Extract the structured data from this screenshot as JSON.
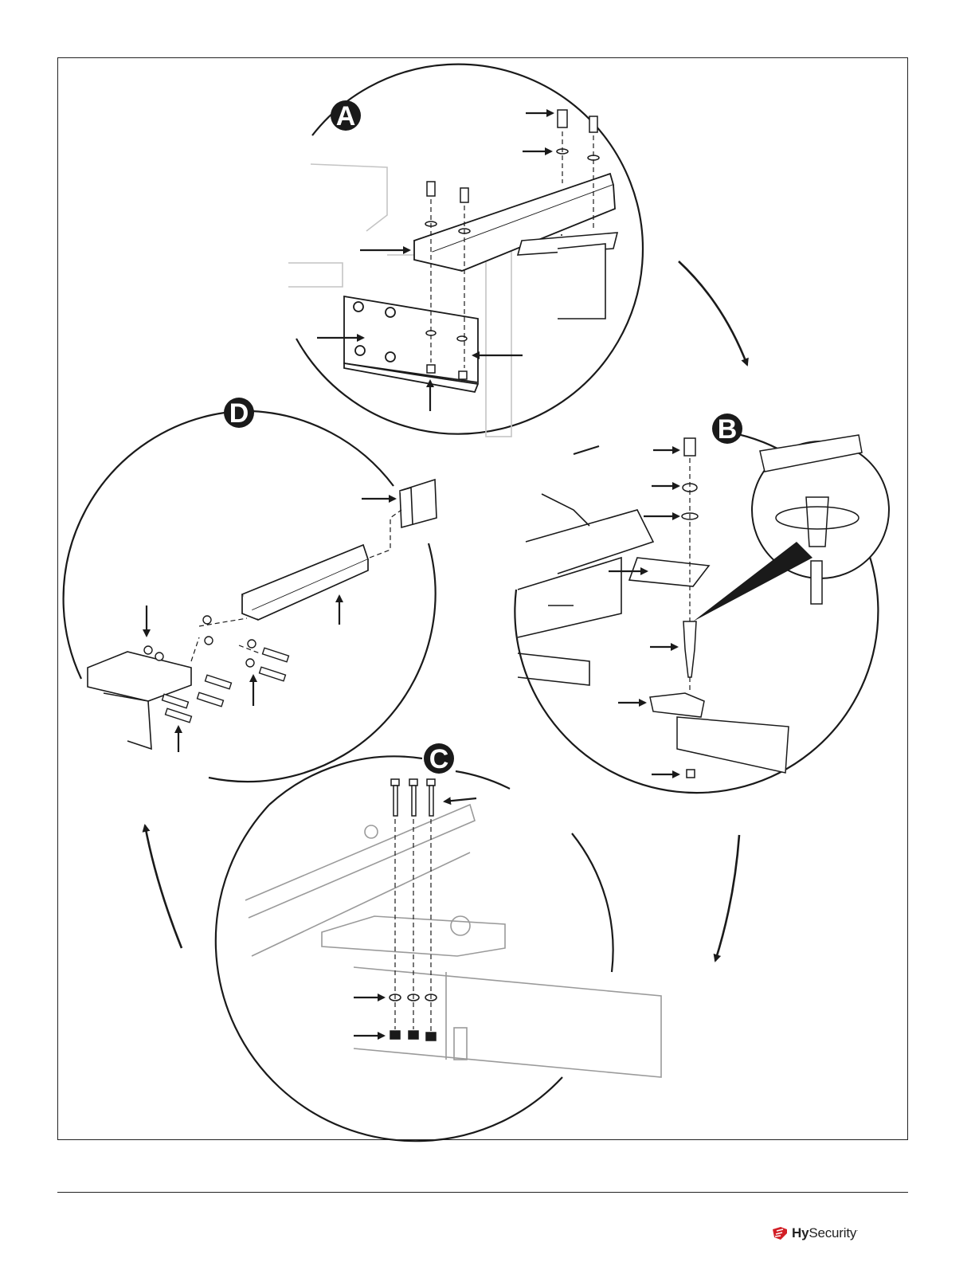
{
  "steps": [
    {
      "id": "A",
      "label": "A"
    },
    {
      "id": "B",
      "label": "B"
    },
    {
      "id": "C",
      "label": "C"
    },
    {
      "id": "D",
      "label": "D"
    }
  ],
  "footer": {
    "brand_prefix": "Hy",
    "brand_suffix": "Security",
    "trademark": "·",
    "logo_icon": "hysecurity-logo-icon"
  },
  "colors": {
    "line": "#1a1a1a",
    "faint": "#b8b8b8",
    "brand_red": "#d21f26"
  }
}
